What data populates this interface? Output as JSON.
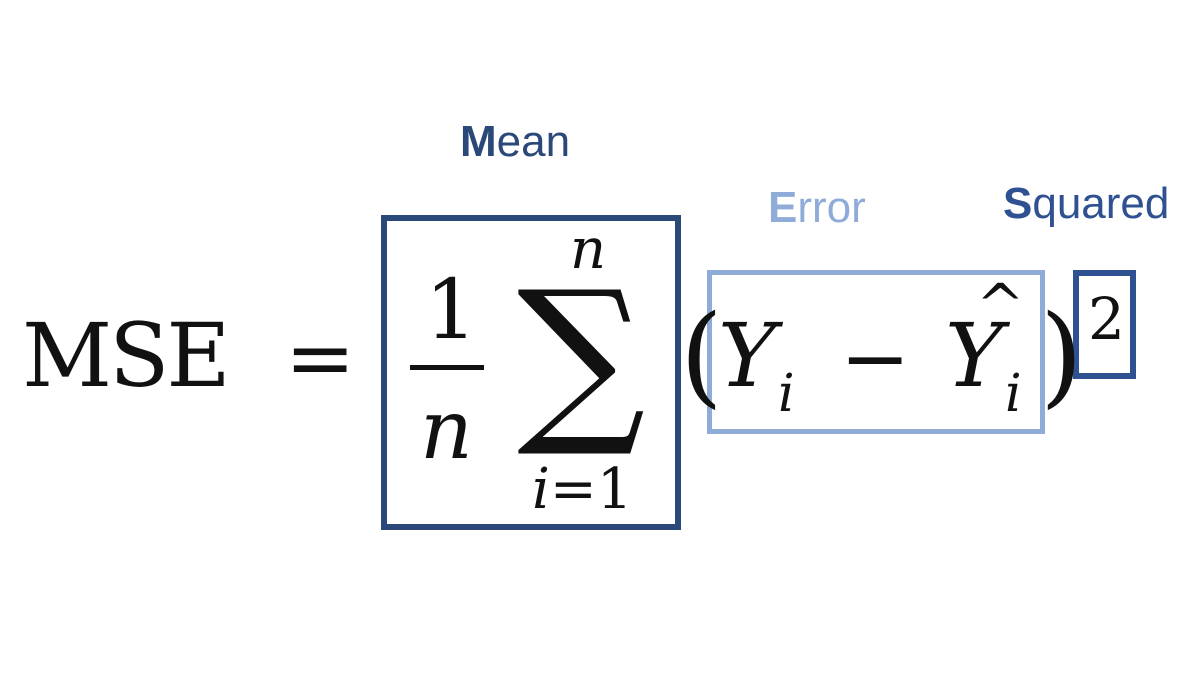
{
  "labels": {
    "mean": {
      "initial": "M",
      "rest": "ean"
    },
    "error": {
      "initial": "E",
      "rest": "rror"
    },
    "squared": {
      "initial": "S",
      "rest": "quared"
    }
  },
  "formula": {
    "lhs": "MSE",
    "equals": "=",
    "numerator": "1",
    "denominator": "n",
    "sum_symbol": "∑",
    "sum_upper": "n",
    "sum_lower_var": "i",
    "sum_lower_eq": "=1",
    "open_paren": "(",
    "y": "Y",
    "y_sub": "i",
    "minus": "−",
    "yhat": "Y",
    "hat": "^",
    "yhat_sub": "i",
    "close_paren": ")",
    "exponent": "2"
  },
  "colors": {
    "mean": "#2a4878",
    "error": "#8facd8",
    "squared": "#2f5192",
    "formula": "#111111"
  }
}
